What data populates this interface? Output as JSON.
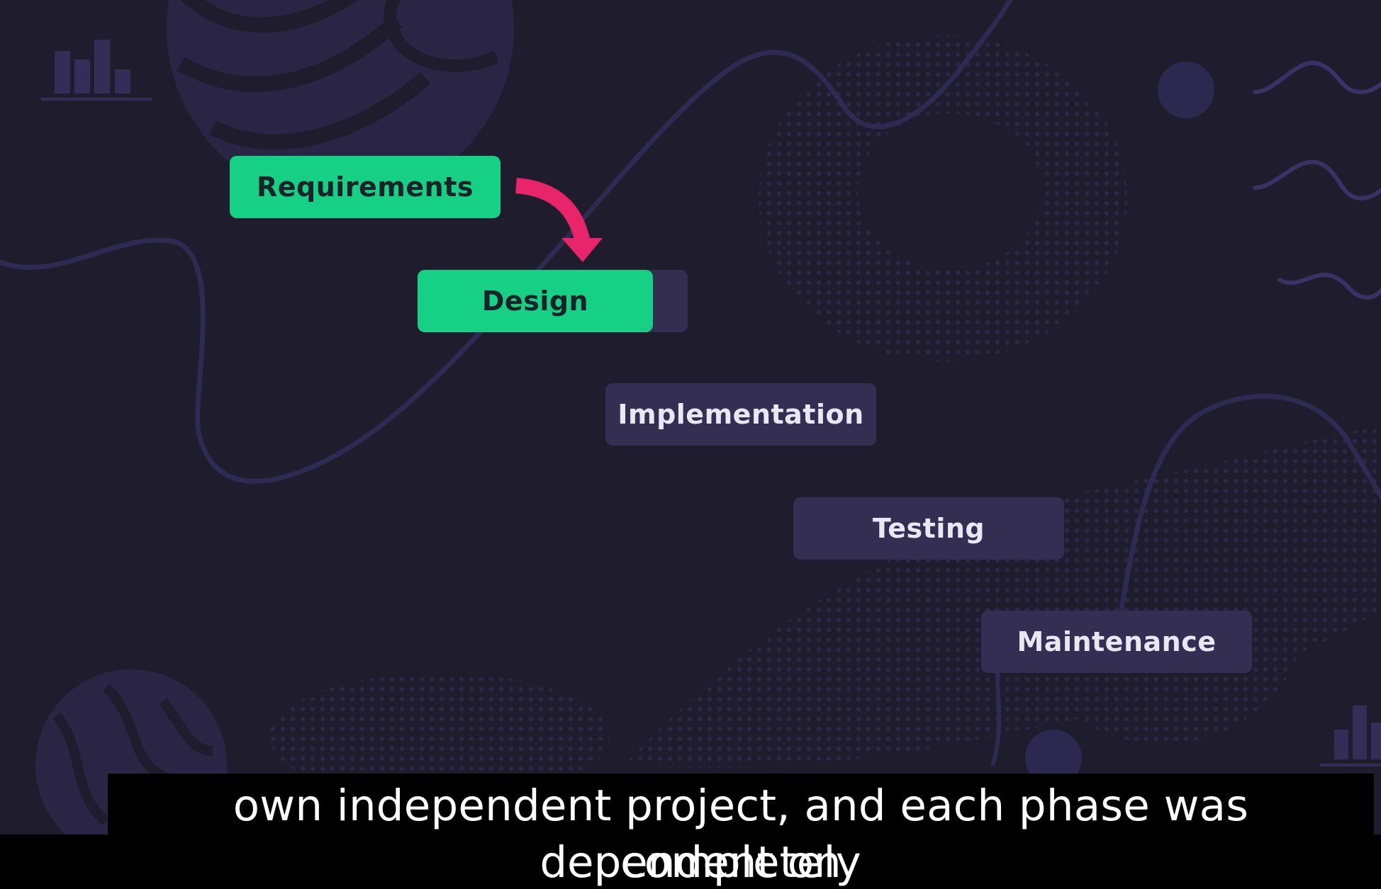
{
  "diagram": {
    "stages": [
      {
        "label": "Requirements",
        "state": "active"
      },
      {
        "label": "Design",
        "state": "active"
      },
      {
        "label": "Implementation",
        "state": "pending"
      },
      {
        "label": "Testing",
        "state": "pending"
      },
      {
        "label": "Maintenance",
        "state": "pending"
      }
    ],
    "colors": {
      "background": "#1f1c2e",
      "active_box": "#16d086",
      "pending_box": "#342f52",
      "arrow": "#e8246a",
      "decoration": "#2d2850"
    },
    "icons": [
      "bar-chart-icon",
      "curved-arrow-icon"
    ]
  },
  "caption": {
    "line1": "own independent project, and each phase was completely",
    "line2": "dependent on"
  }
}
